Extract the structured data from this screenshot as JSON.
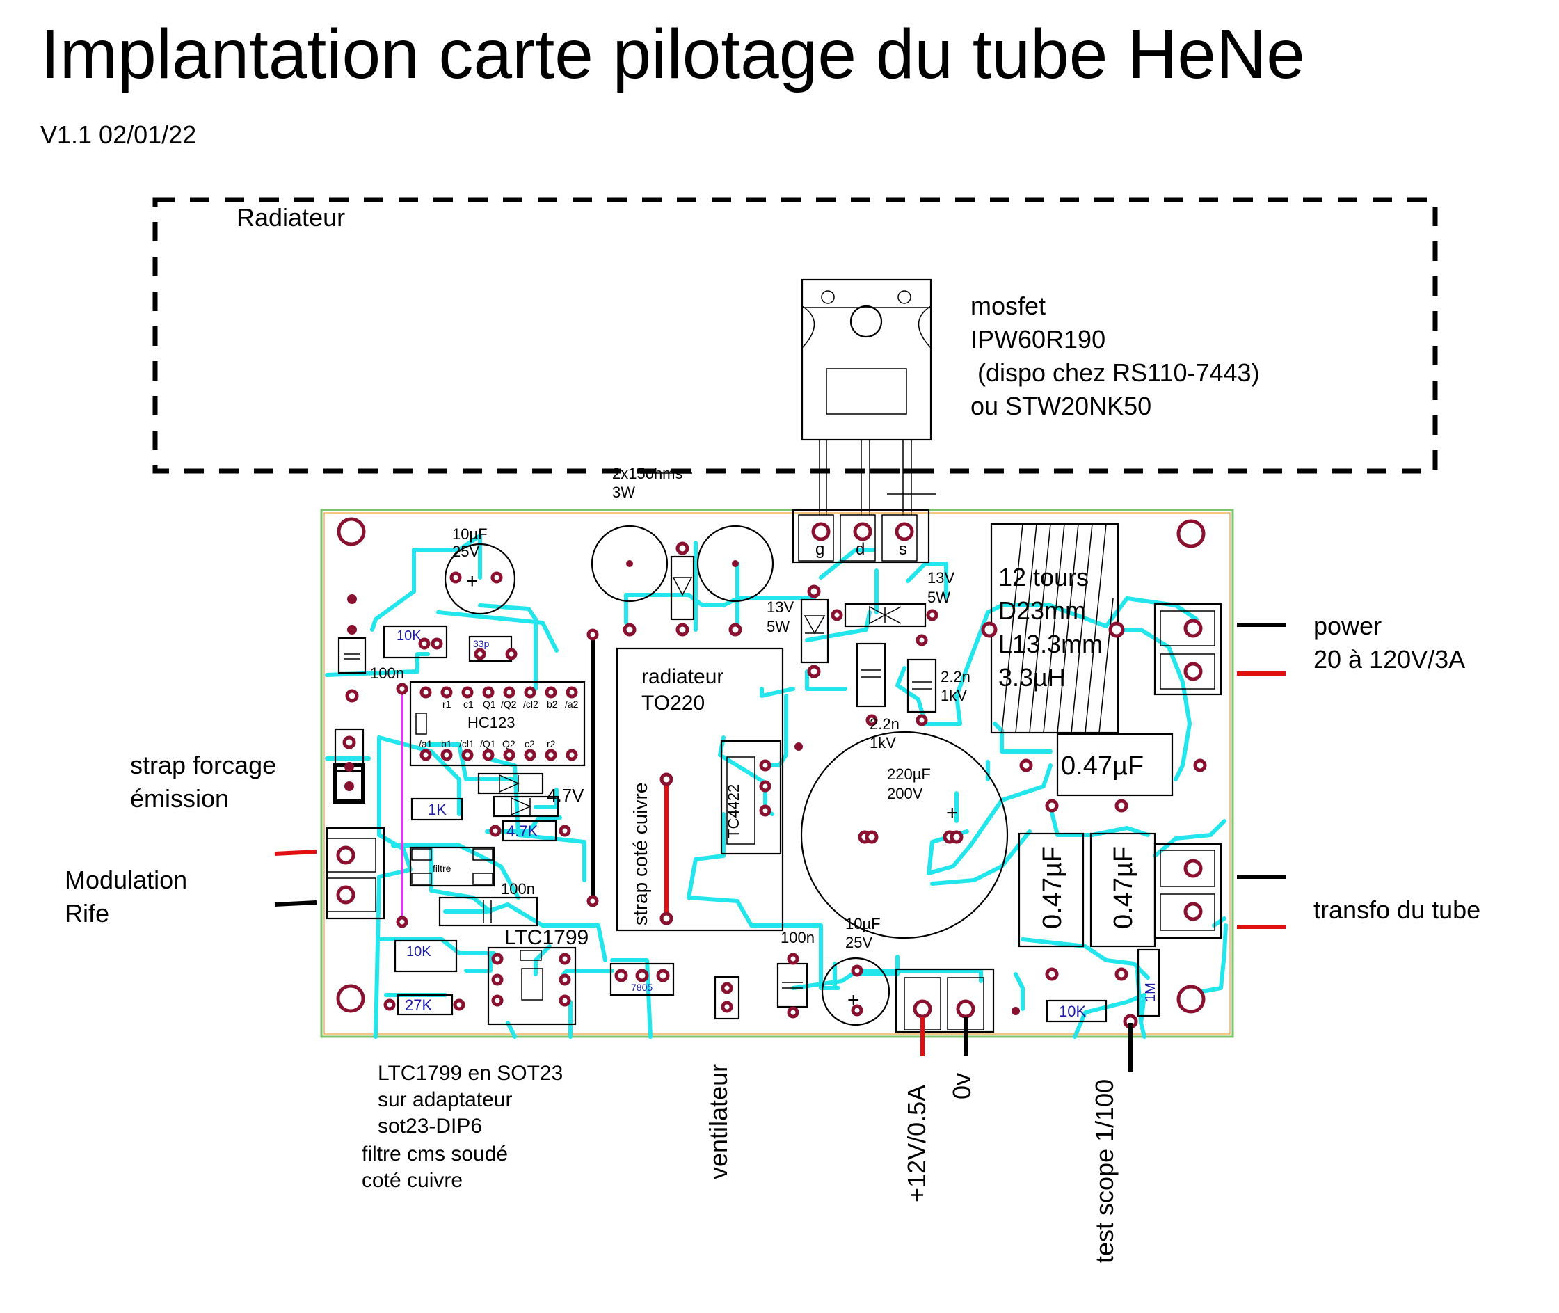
{
  "title": "Implantation carte pilotage du tube HeNe",
  "version": "V1.1 02/01/22",
  "labels": {
    "radiateur_box": "Radiateur",
    "mosfet_line1": "mosfet",
    "mosfet_line2": "IPW60R190",
    "mosfet_line3": "(dispo chez RS110-7443)",
    "mosfet_line4": "ou STW20NK50",
    "res_2x15_line1": "2x15ohms",
    "res_2x15_line2": "3W",
    "pin_g": "g",
    "pin_d": "d",
    "pin_s": "s",
    "cap10u_top_line1": "10µF",
    "cap10u_top_line2": "25V",
    "res10k_top": "10K",
    "cap33p": "33p",
    "cap100n_left": "100n",
    "hc123": "HC123",
    "hc123_top_pins": [
      "r1",
      "c1",
      "Q1",
      "/Q2",
      "/cl2",
      "b2",
      "/a2"
    ],
    "hc123_bot_pins": [
      "/a1",
      "b1",
      "/cl1",
      "/Q1",
      "Q2",
      "c2",
      "r2"
    ],
    "zener_4v7": "4.7V",
    "res1k": "1K",
    "res4k7": "4.7K",
    "filtre": "filtre",
    "cap100n_mid": "100n",
    "ltc1799": "LTC1799",
    "res10k_bot": "10K",
    "res27k": "27K",
    "reg7805": "7805",
    "radiateur_to220_line1": "radiateur",
    "radiateur_to220_line2": "TO220",
    "strap_cuivre": "strap coté cuivre",
    "tc4422": "TC4422",
    "zener13_a_line1": "13V",
    "zener13_a_line2": "5W",
    "zener13_b_line1": "13V",
    "zener13_b_line2": "5W",
    "cap2n2_a_line1": "2.2n",
    "cap2n2_a_line2": "1kV",
    "cap2n2_b_line1": "2.2n",
    "cap2n2_b_line2": "1kV",
    "cap220u_line1": "220µF",
    "cap220u_line2": "200V",
    "plus_sign": "+",
    "inductor_line1": "12 tours",
    "inductor_line2": "D23mm",
    "inductor_line3": "L13.3mm",
    "inductor_line4": "3.3µH",
    "cap047_h": "0.47µF",
    "cap047_v1": "0.47µF",
    "cap047_v2": "0.47µF",
    "cap100n_bot": "100n",
    "cap10u_bot_line1": "10µF",
    "cap10u_bot_line2": "25V",
    "res10k_scope": "10K",
    "res1m": "1M",
    "power_line1": "power",
    "power_line2": "20 à 120V/3A",
    "transfo": "transfo du tube",
    "strap_forcage_line1": "strap forcage",
    "strap_forcage_line2": "émission",
    "modulation_line1": "Modulation",
    "modulation_line2": "Rife",
    "ltc_note_line1": "LTC1799 en SOT23",
    "ltc_note_line2": "sur adaptateur",
    "ltc_note_line3": "sot23-DIP6",
    "ltc_note_line4": "filtre cms soudé",
    "ltc_note_line5": "coté cuivre",
    "ventilateur": "ventilateur",
    "v12": "+12V/0.5A",
    "v0": "0v",
    "test_scope": "test scope 1/100"
  },
  "colors": {
    "trace": "#22e6ec",
    "pad": "#8a1030",
    "wire_red": "#e01010",
    "wire_black": "#000000",
    "jumper": "#d040e0",
    "component_label": "#1a1aa8"
  }
}
